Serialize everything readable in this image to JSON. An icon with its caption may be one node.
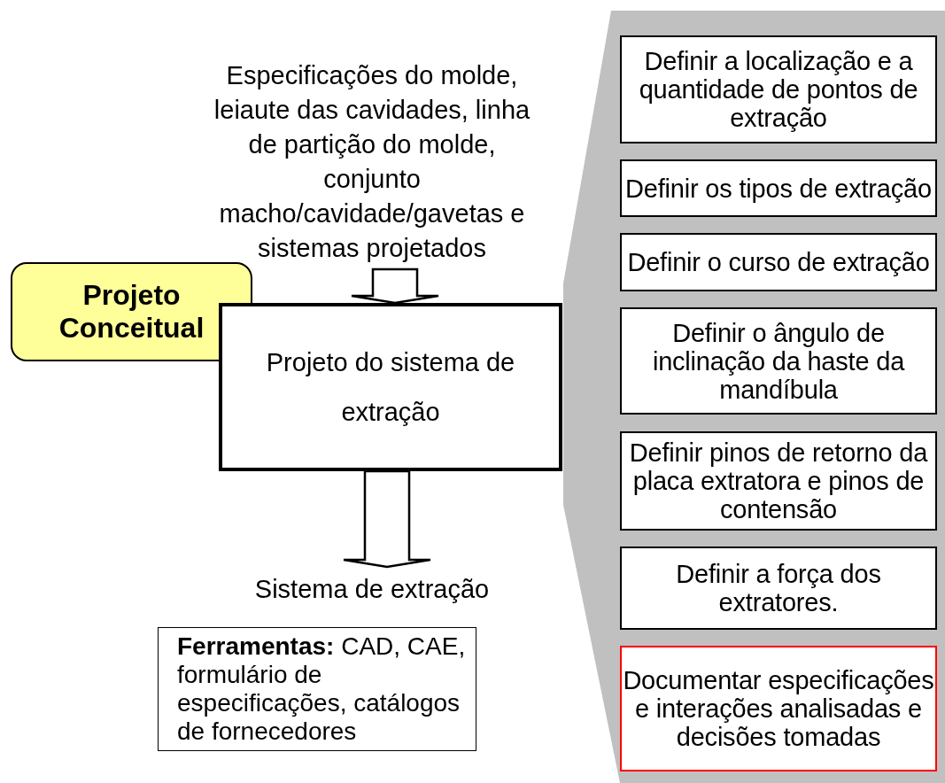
{
  "diagram": {
    "nodes": [
      {
        "text": [
          "Projeto Conceitual"
        ]
      },
      {
        "text": [
          "Especificações do molde, leiaute das cavidades, linha de partição do molde, conjunto macho/cavidade/gavetas e sistemas projetados"
        ]
      },
      {
        "text": [
          "Projeto do sistema de extração"
        ]
      },
      {
        "text": [
          "Sistema de extração"
        ]
      },
      {
        "text": [
          "**Ferramentas:** CAD, CAE, formulário de especificações, catálogos de fornecedores"
        ]
      },
      {
        "text": [],
        "shape": "band"
      },
      {
        "text": [
          "Definir a localização e a quantidade de pontos de extração"
        ],
        "in": 5
      },
      {
        "text": [
          "Definir os tipos de extração"
        ],
        "in": 5
      },
      {
        "text": [
          "Definir o curso de extração"
        ],
        "in": 5
      },
      {
        "text": [
          "Definir o ângulo de inclinação da haste da mandíbula"
        ],
        "in": 5
      },
      {
        "text": [
          "Definir pinos de retorno da placa extratora e pinos de contensão"
        ],
        "in": 5
      },
      {
        "text": [
          "Definir a força dos extratores."
        ],
        "in": 5
      },
      {
        "text": [
          "Documentar especificações e interações analisadas e decisões tomadas"
        ],
        "in": 5
      }
    ],
    "edges": [
      {
        "from": 1,
        "to": 2,
        "arrow": "to"
      },
      {
        "from": 2,
        "to": 3,
        "arrow": "to"
      }
    ]
  }
}
